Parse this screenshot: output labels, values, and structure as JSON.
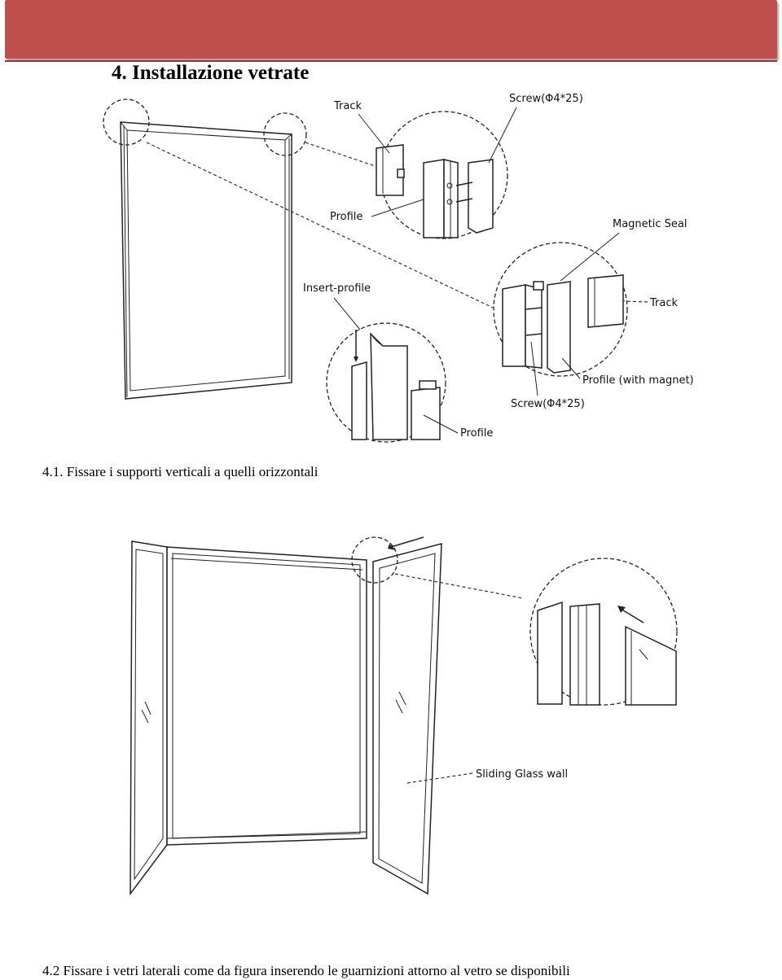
{
  "header": {
    "banner_color": "#c0504d",
    "title": "4. Installazione vetrate"
  },
  "section_1": {
    "caption": "4.1. Fissare i supporti verticali a quelli orizzontali",
    "labels": {
      "track_top": "Track",
      "screw_top": "Screw(Φ4*25)",
      "profile_top": "Profile",
      "magnetic_seal": "Magnetic Seal",
      "track_right": "Track",
      "insert_profile": "Insert-profile",
      "profile_with_magnet": "Profile (with magnet)",
      "screw_bottom": "Screw(Φ4*25)",
      "profile_bottom": "Profile"
    }
  },
  "section_2": {
    "caption": "4.2 Fissare i vetri laterali come da figura inserendo le guarnizioni attorno al vetro se disponibili",
    "labels": {
      "sliding_glass_wall": "Sliding Glass wall"
    }
  }
}
